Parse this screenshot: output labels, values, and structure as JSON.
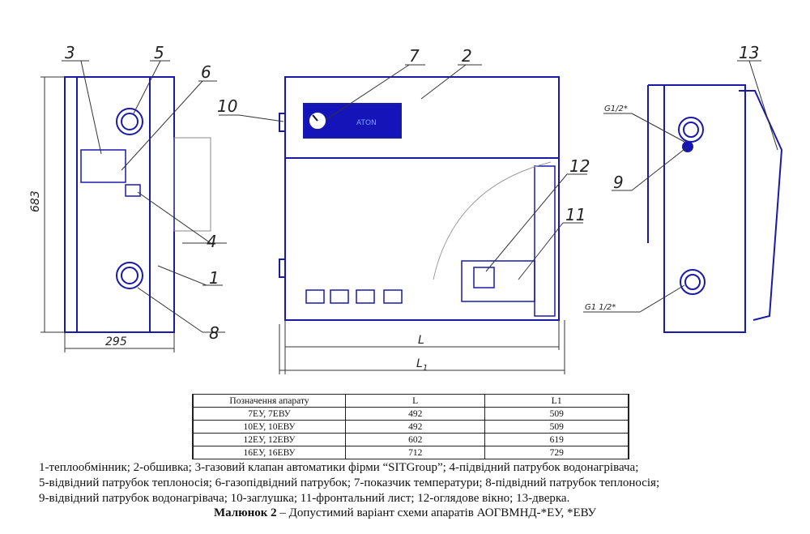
{
  "drawing": {
    "callouts": [
      "1",
      "2",
      "3",
      "4",
      "5",
      "6",
      "7",
      "8",
      "9",
      "10",
      "11",
      "12",
      "13"
    ],
    "dimensions": {
      "height": "683",
      "depth": "295",
      "length": "L",
      "length1": "L",
      "length1_sub": "1"
    },
    "pipe_labels": {
      "top": "G1/2*",
      "bottom": "G1 1/2*"
    },
    "logo": "ATON"
  },
  "table": {
    "headers": [
      "Позначення апарату",
      "L",
      "L1"
    ],
    "rows": [
      [
        "7ЕУ, 7ЕВУ",
        "492",
        "509"
      ],
      [
        "10ЕУ, 10ЕВУ",
        "492",
        "509"
      ],
      [
        "12ЕУ, 12ЕВУ",
        "602",
        "619"
      ],
      [
        "16ЕУ, 16ЕВУ",
        "712",
        "729"
      ]
    ]
  },
  "legend": [
    "1-теплообмінник; 2-обшивка; 3-газовий клапан автоматики фірми “SITGroup”; 4-підвідний патрубок водонагрівача;",
    "5-відвідний патрубок теплоносія;  6-газопідвідний патрубок; 7-показчик температури; 8-підвідний патрубок теплоносія;",
    "9-відвідний патрубок водонагрівача; 10-заглушка; 11-фронтальний лист; 12-оглядове вікно; 13-дверка."
  ],
  "caption": {
    "bold": "Малюнок 2",
    "text": " – Допустимий  варіант схеми апаратів АОГВМНД-*ЕУ, *ЕВУ"
  },
  "colors": {
    "outline": "#1a1aa8",
    "dim": "#333333"
  }
}
